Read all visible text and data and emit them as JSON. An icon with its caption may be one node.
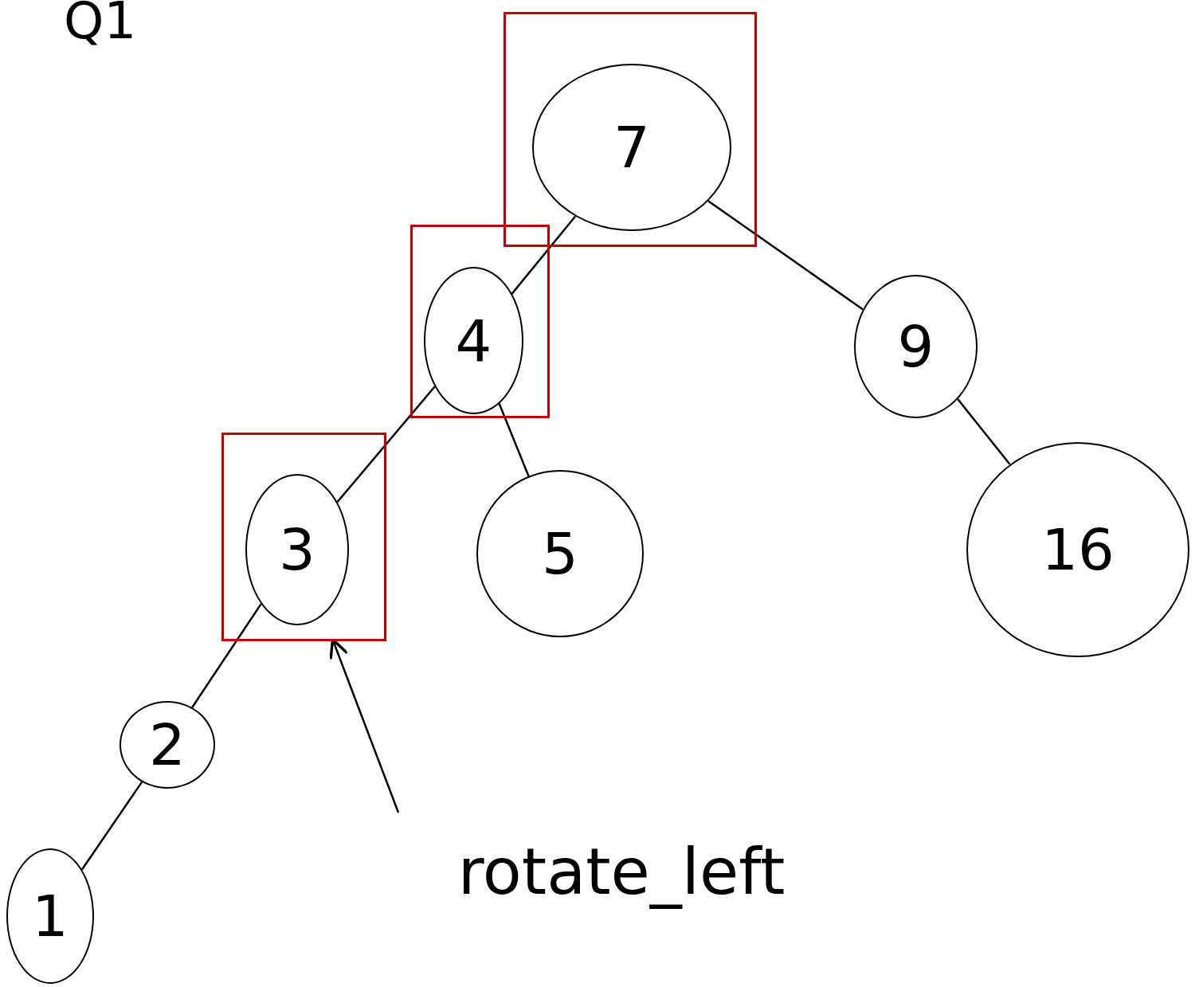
{
  "diagram": {
    "title": "Q1",
    "nodes": [
      {
        "text": [],
        "shape": "box"
      },
      {
        "text": [
          "7"
        ],
        "in": 0
      },
      {
        "text": [],
        "shape": "box"
      },
      {
        "text": [
          "4"
        ],
        "in": 2
      },
      {
        "text": [
          "9"
        ]
      },
      {
        "text": [],
        "shape": "box"
      },
      {
        "text": [
          "3"
        ],
        "in": 5
      },
      {
        "text": [
          "5"
        ]
      },
      {
        "text": [
          "16"
        ]
      },
      {
        "text": [
          "2"
        ]
      },
      {
        "text": [
          "1"
        ]
      },
      {
        "text": [
          "rotate_left"
        ]
      }
    ],
    "edges": [
      {
        "from": 1,
        "to": 3,
        "arrow": "none"
      },
      {
        "from": 1,
        "to": 4,
        "arrow": "none"
      },
      {
        "from": 3,
        "to": 6,
        "arrow": "none"
      },
      {
        "from": 3,
        "to": 7,
        "arrow": "none"
      },
      {
        "from": 4,
        "to": 8,
        "arrow": "none"
      },
      {
        "from": 6,
        "to": 9,
        "arrow": "none"
      },
      {
        "from": 9,
        "to": 10,
        "arrow": "none"
      },
      {
        "from": 11,
        "to": 5,
        "arrow": "to"
      }
    ]
  }
}
